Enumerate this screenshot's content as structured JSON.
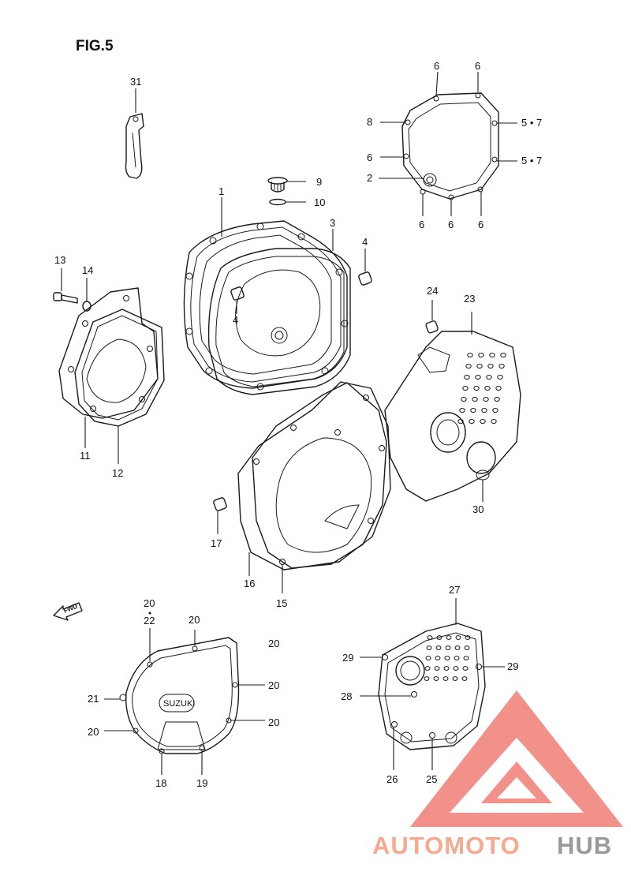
{
  "figure": {
    "title": "FIG.5"
  },
  "cover_logo": "SUZUKI",
  "fwd_label": "FWD",
  "watermark": {
    "part1": "AUTOMOTO",
    "part2": "HUB",
    "color_part1": "#f6a98f",
    "color_part2": "#9a9a9a",
    "logo_color": "#f07e76"
  },
  "callouts": [
    {
      "id": "c31",
      "text": "31"
    },
    {
      "id": "c1",
      "text": "1"
    },
    {
      "id": "c9",
      "text": "9"
    },
    {
      "id": "c10",
      "text": "10"
    },
    {
      "id": "c3",
      "text": "3"
    },
    {
      "id": "c4a",
      "text": "4"
    },
    {
      "id": "c4b",
      "text": "4"
    },
    {
      "id": "c13",
      "text": "13"
    },
    {
      "id": "c14",
      "text": "14"
    },
    {
      "id": "c11",
      "text": "11"
    },
    {
      "id": "c12",
      "text": "12"
    },
    {
      "id": "c6a",
      "text": "6"
    },
    {
      "id": "c6b",
      "text": "6"
    },
    {
      "id": "c8",
      "text": "8"
    },
    {
      "id": "c57a",
      "text": "5 • 7"
    },
    {
      "id": "c6c",
      "text": "6"
    },
    {
      "id": "c57b",
      "text": "5 • 7"
    },
    {
      "id": "c2",
      "text": "2"
    },
    {
      "id": "c6d",
      "text": "6"
    },
    {
      "id": "c6e",
      "text": "6"
    },
    {
      "id": "c6f",
      "text": "6"
    },
    {
      "id": "c24",
      "text": "24"
    },
    {
      "id": "c23",
      "text": "23"
    },
    {
      "id": "c30",
      "text": "30"
    },
    {
      "id": "c17",
      "text": "17"
    },
    {
      "id": "c16",
      "text": "16"
    },
    {
      "id": "c15",
      "text": "15"
    },
    {
      "id": "c20a",
      "text": "20"
    },
    {
      "id": "c22",
      "text": "22"
    },
    {
      "id": "c20b",
      "text": "20"
    },
    {
      "id": "c20c",
      "text": "20"
    },
    {
      "id": "c20d",
      "text": "20"
    },
    {
      "id": "c20e",
      "text": "20"
    },
    {
      "id": "c21",
      "text": "21"
    },
    {
      "id": "c20f",
      "text": "20"
    },
    {
      "id": "c18",
      "text": "18"
    },
    {
      "id": "c19",
      "text": "19"
    },
    {
      "id": "c27",
      "text": "27"
    },
    {
      "id": "c29a",
      "text": "29"
    },
    {
      "id": "c29b",
      "text": "29"
    },
    {
      "id": "c28",
      "text": "28"
    },
    {
      "id": "c26",
      "text": "26"
    },
    {
      "id": "c25",
      "text": "25"
    }
  ]
}
